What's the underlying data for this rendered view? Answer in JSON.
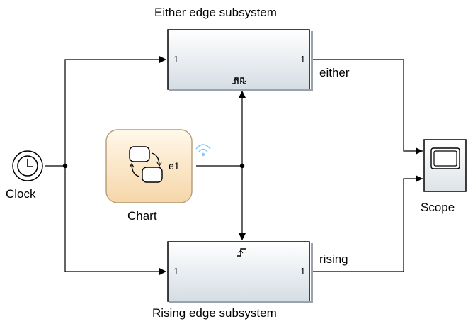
{
  "blocks": {
    "either_subsystem": {
      "title": "Either edge subsystem",
      "in_port": "1",
      "out_port": "1",
      "trigger": "either-edge-trigger-icon"
    },
    "rising_subsystem": {
      "title": "Rising edge subsystem",
      "in_port": "1",
      "out_port": "1",
      "trigger": "rising-edge-trigger-icon"
    },
    "clock": {
      "name": "Clock"
    },
    "chart": {
      "name": "Chart",
      "event_output": "e1"
    },
    "scope": {
      "name": "Scope"
    }
  },
  "signals": {
    "either": "either",
    "rising": "rising"
  },
  "colors": {
    "line": "#000000",
    "subsystem_fill_top": "#ffffff",
    "subsystem_fill_bottom": "#d9e0e6",
    "chart_fill_top": "#fff6e6",
    "chart_fill_bottom": "#f7d9ad",
    "chart_border": "#b8a07a",
    "broadcast_icon": "#8ec5f2"
  }
}
